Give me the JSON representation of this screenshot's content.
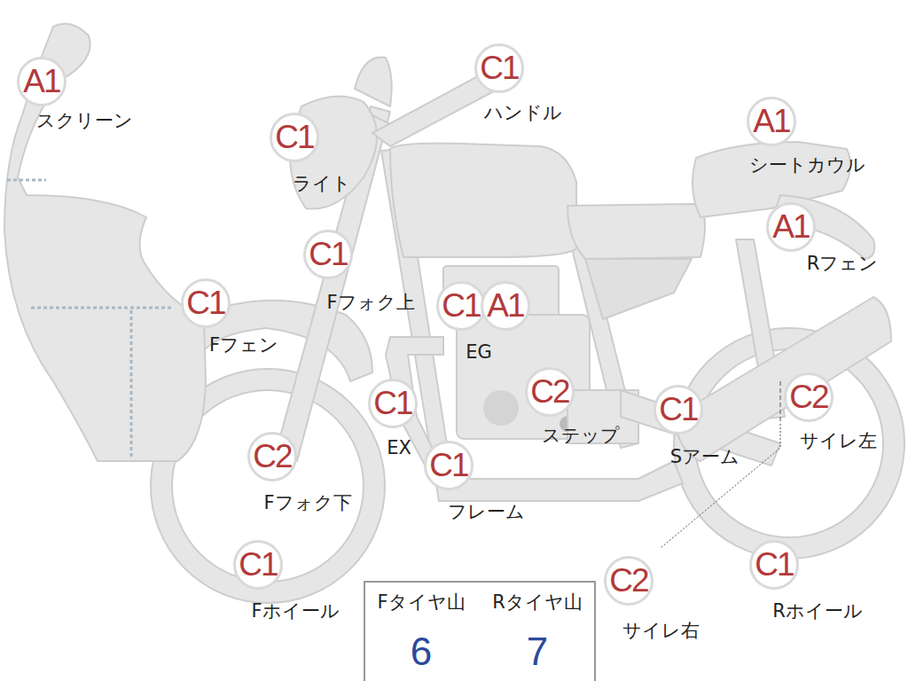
{
  "diagram": {
    "nodes": [
      {
        "text": [
          "A1",
          "スクリーン"
        ]
      },
      {
        "text": [
          "C1",
          "ハンドル"
        ]
      },
      {
        "text": [
          "C1",
          "ライト"
        ]
      },
      {
        "text": [
          "A1",
          "シートカウル"
        ]
      },
      {
        "text": [
          "A1",
          "Rフェン"
        ]
      },
      {
        "text": [
          "C1",
          "Fフォク上"
        ]
      },
      {
        "text": [
          "C1",
          "Fフェン"
        ]
      },
      {
        "text": [
          "C1"
        ]
      },
      {
        "text": [
          "A1"
        ]
      },
      {
        "text": [
          "C1",
          "EX"
        ]
      },
      {
        "text": [
          "C2",
          "ステップ"
        ]
      },
      {
        "text": [
          "C1",
          "Sアーム"
        ]
      },
      {
        "text": [
          "C2",
          "サイレ左"
        ]
      },
      {
        "text": [
          "C2",
          "Fフォク下"
        ]
      },
      {
        "text": [
          "C1",
          "フレーム"
        ]
      },
      {
        "text": [
          "C1",
          "Fホイール"
        ]
      },
      {
        "text": [
          "C2",
          "サイレ右"
        ]
      },
      {
        "text": [
          "C1",
          "Rホイール"
        ]
      }
    ],
    "labels": [
      "EG",
      "Fタイヤ山",
      "Rタイヤ山",
      "6",
      "7"
    ]
  }
}
